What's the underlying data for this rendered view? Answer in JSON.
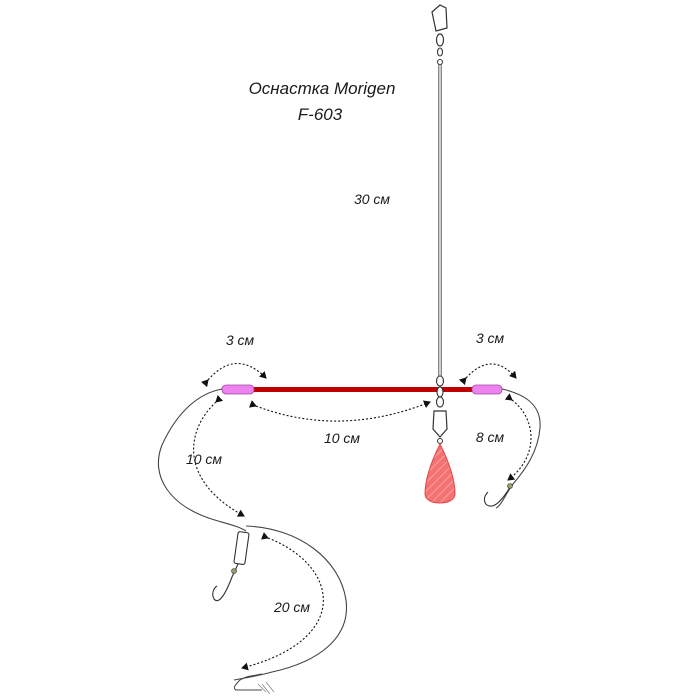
{
  "title": {
    "line1": "Оснастка Morigen",
    "line2": "F-603"
  },
  "measurements": {
    "main_leader": "30 см",
    "left_tip": "3 см",
    "right_tip": "3 см",
    "left_boom": "10 см",
    "left_leader": "10 см",
    "right_leader": "8 см",
    "long_leader": "20 см"
  },
  "colors": {
    "line": "#555555",
    "boom": "#c00000",
    "tube": "#ee82ee",
    "sinker": "#f06a6a",
    "arrow": "#111111"
  }
}
